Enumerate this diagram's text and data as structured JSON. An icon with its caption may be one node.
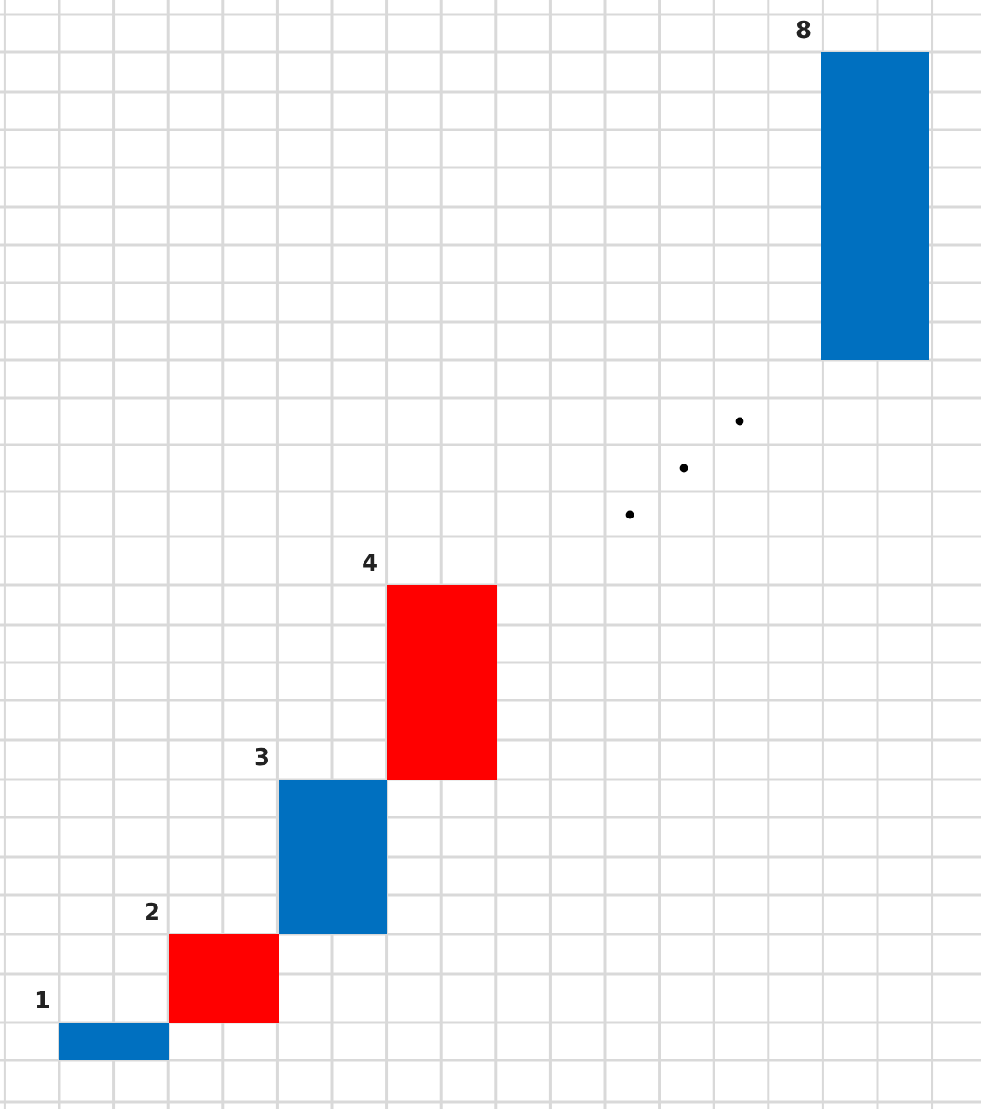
{
  "diagram": {
    "nodes": [
      {
        "text": [],
        "shape": "bar",
        "beside": [
          "1"
        ]
      },
      {
        "text": [],
        "shape": "bar",
        "beside": [
          "2"
        ]
      },
      {
        "text": [],
        "shape": "bar",
        "beside": [
          "3"
        ]
      },
      {
        "text": [],
        "shape": "bar",
        "beside": [
          "4"
        ]
      },
      {
        "text": [],
        "shape": "bar",
        "beside": [
          "8"
        ]
      }
    ]
  }
}
